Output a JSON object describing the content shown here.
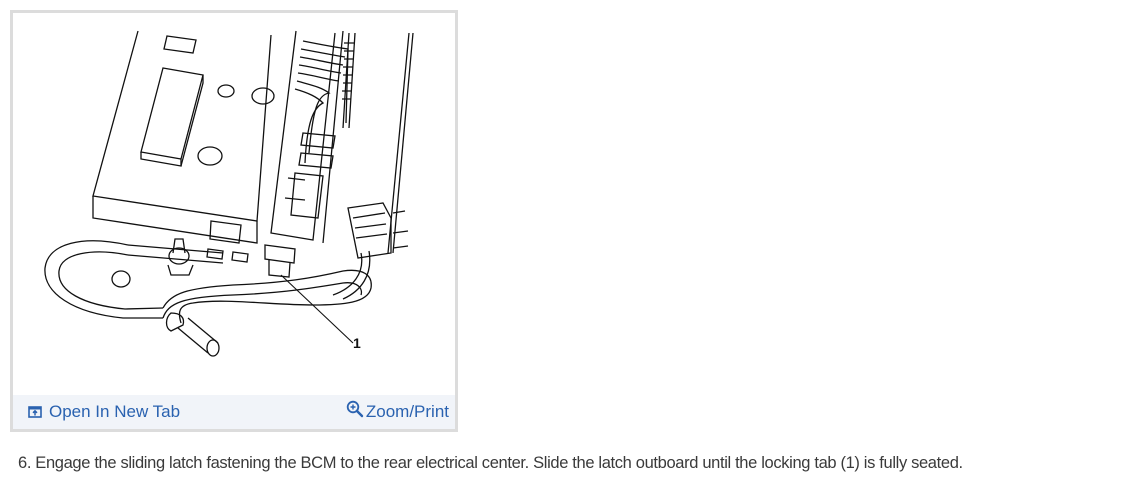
{
  "figure": {
    "callout_label": "1",
    "illustration_alt": "BCM sliding latch and rear electrical center line drawing",
    "open_tab": {
      "label": "Open In New Tab",
      "icon": "open-new-tab-icon"
    },
    "zoom_print": {
      "label": "Zoom/Print",
      "icon": "zoom-in-icon"
    }
  },
  "step": {
    "text": "6. Engage the sliding latch fastening the BCM to the rear electrical center. Slide the latch outboard until the locking tab (1) is fully seated."
  },
  "colors": {
    "link": "#2a62b0",
    "caption_bg": "#f1f4f9",
    "border": "#dcdcdc",
    "body_text": "#3a3a3a"
  }
}
